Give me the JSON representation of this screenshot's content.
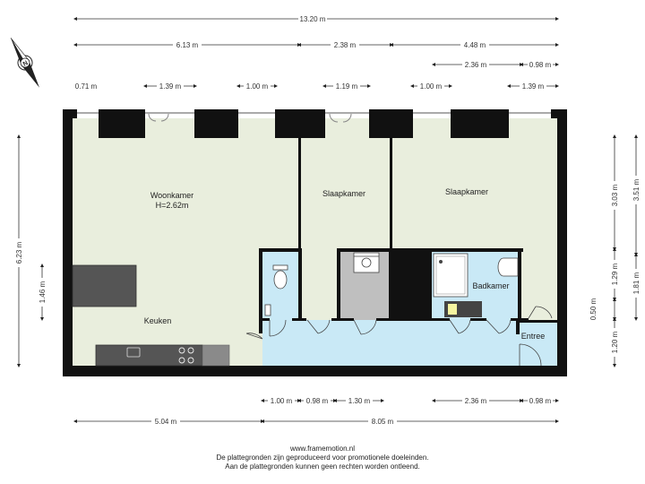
{
  "dimensions": {
    "top_total": "13.20 m",
    "top_row2": [
      "6.13 m",
      "2.38 m",
      "4.48 m"
    ],
    "top_row3": [
      "2.36 m",
      "0.98 m"
    ],
    "window_row": [
      "0.71 m",
      "1.39 m",
      "1.00 m",
      "1.19 m",
      "1.00 m",
      "1.39 m"
    ],
    "left_height": "6.23 m",
    "left_kitchen": "1.46 m",
    "right_total": "3.51 m",
    "right_upper": "3.03 m",
    "right_mid": [
      "1.29 m",
      "1.81 m"
    ],
    "right_lower": [
      "0.50 m",
      "1.20 m"
    ],
    "bottom_row1": [
      "1.00 m",
      "0.98 m",
      "1.30 m",
      "2.36 m",
      "0.98 m"
    ],
    "bottom_total": [
      "5.04 m",
      "8.05 m"
    ]
  },
  "rooms": {
    "living": "Woonkamer",
    "living_height": "H=2.62m",
    "bedroom1": "Slaapkamer",
    "bedroom2": "Slaapkamer",
    "kitchen": "Keuken",
    "bathroom": "Badkamer",
    "entrance": "Entree"
  },
  "compass_label": "N",
  "footer": {
    "website": "www.framemotion.nl",
    "line1": "De plattegronden zijn geproduceerd voor promotionele doeleinden.",
    "line2": "Aan de plattegronden kunnen geen rechten worden ontleend."
  },
  "colors": {
    "floor": "#e9eedd",
    "hall": "#c9e9f6",
    "wall": "#111111",
    "counter": "#555555",
    "technical": "#bfbfbf"
  }
}
